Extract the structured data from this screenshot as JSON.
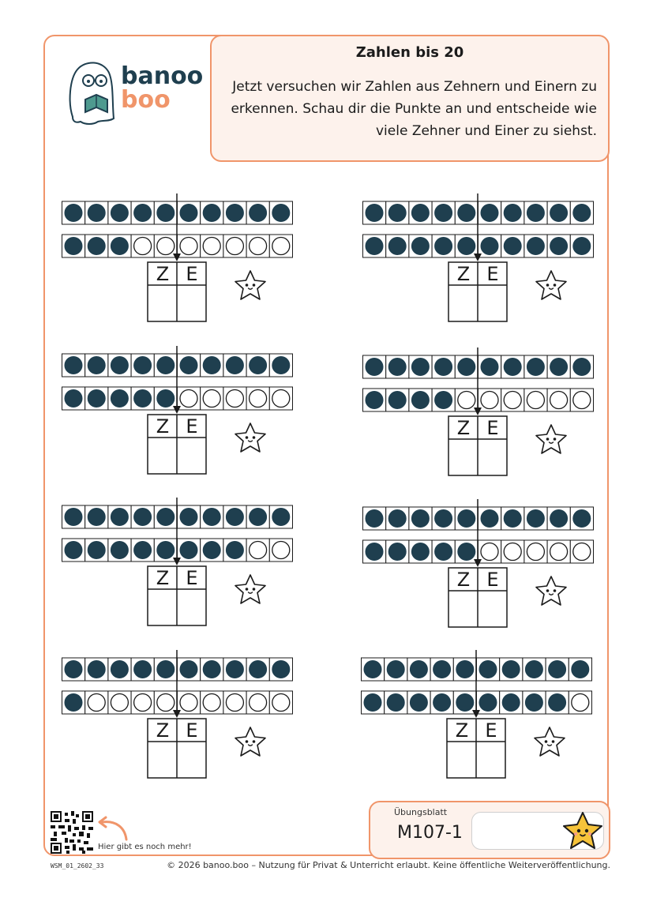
{
  "brand": {
    "line1": "banoo",
    "line2": "boo"
  },
  "header": {
    "title": "Zahlen bis 20",
    "text": "Jetzt versuchen wir Zahlen aus Zehnern und Einern zu erkennen. Schau dir die Punkte an und entscheide wie viele Zehner und Einer zu siehst."
  },
  "exercise_labels": {
    "tens": "Z",
    "ones": "E"
  },
  "exercises": [
    {
      "row1_filled": 10,
      "row2_filled": 3
    },
    {
      "row1_filled": 10,
      "row2_filled": 10
    },
    {
      "row1_filled": 10,
      "row2_filled": 5
    },
    {
      "row1_filled": 10,
      "row2_filled": 4
    },
    {
      "row1_filled": 10,
      "row2_filled": 8
    },
    {
      "row1_filled": 10,
      "row2_filled": 5
    },
    {
      "row1_filled": 10,
      "row2_filled": 1
    },
    {
      "row1_filled": 10,
      "row2_filled": 9
    }
  ],
  "footer": {
    "qr_label": "Hier gibt es noch mehr!",
    "code": "WSM_01_2602_33",
    "copyright": "© 2026 banoo.boo – Nutzung für Privat & Unterricht erlaubt. Keine öffentliche Weiterveröffentlichung."
  },
  "sheet": {
    "label": "Übungsblatt",
    "id": "M107-1"
  },
  "colors": {
    "accent": "#f0956a",
    "dot": "#1f3f4f",
    "panel": "#fdf2ec",
    "star": "#f6c33a"
  },
  "icons": {
    "ghost": "ghost-reading-icon",
    "star": "star-face-icon",
    "arrow": "curved-arrow-icon",
    "qr": "qr-code-icon"
  }
}
